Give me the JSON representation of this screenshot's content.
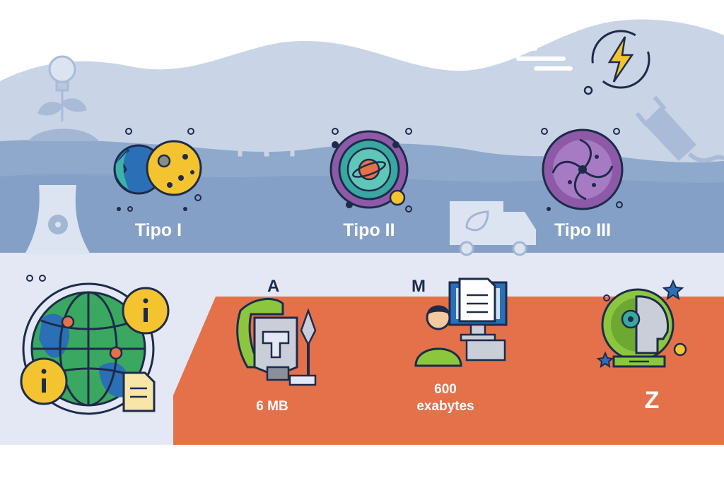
{
  "colors": {
    "sky_light": "#c9d5e6",
    "hills_mid": "#8fa9cc",
    "hills_dark": "#6f8cb9",
    "band": "#e4e8f4",
    "accent_orange": "#e4714a",
    "outline_navy": "#1d2b4a"
  },
  "top_section": {
    "items": [
      {
        "label": "Tipo I",
        "icon": "moon-planet-icon"
      },
      {
        "label": "Tipo II",
        "icon": "planet-orbit-icon"
      },
      {
        "label": "Tipo III",
        "icon": "galaxy-icon"
      }
    ]
  },
  "bottom_section": {
    "items": [
      {
        "letter": "A",
        "value": "6 MB",
        "icon": "spartan-helmet-spear-icon"
      },
      {
        "letter": "M",
        "value_line1": "600",
        "value_line2": "exabytes",
        "icon": "person-computer-icon"
      },
      {
        "letter": "",
        "value": "Z",
        "icon": "ai-head-icon"
      }
    ],
    "left_icon": "globe-info-icon"
  },
  "background_icons": [
    "lightbulb-plant-icon",
    "wind-turbines-icon",
    "renewable-energy-icon",
    "recycle-plug-icon",
    "nuclear-plant-icon",
    "eco-truck-icon"
  ]
}
